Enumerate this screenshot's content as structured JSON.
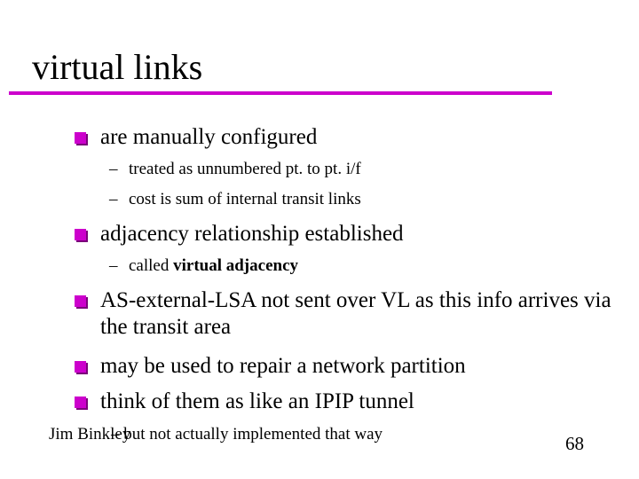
{
  "slide": {
    "title": "virtual links",
    "colors": {
      "accent": "#cc00cc"
    },
    "bullets": [
      {
        "text": "are manually configured",
        "subitems": [
          {
            "dash": "–",
            "text": "treated as unnumbered pt. to pt. i/f"
          },
          {
            "dash": "–",
            "text": "cost is sum of internal transit links"
          }
        ]
      },
      {
        "text": "adjacency relationship established",
        "subitems": [
          {
            "dash": "–",
            "prefix": "called ",
            "bold": "virtual adjacency"
          }
        ]
      },
      {
        "text": "AS-external-LSA not sent over VL as this info arrives via the transit area"
      },
      {
        "text": "may be used to repair a network partition"
      },
      {
        "text": "think of them as like an IPIP tunnel"
      }
    ],
    "footer": {
      "author": "Jim Binkley",
      "note": "– but not actually implemented that way"
    },
    "page_number": "68"
  }
}
